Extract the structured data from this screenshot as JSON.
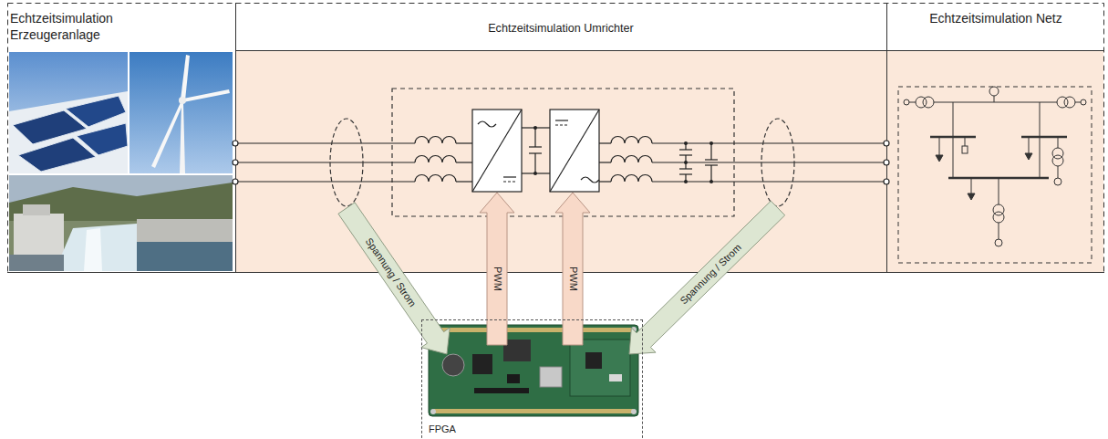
{
  "diagram": {
    "nodes": [
      {
        "text": [
          "Echtzeitsimulation Erzeugeranlage"
        ]
      },
      {
        "text": [
          "Echtzeitsimulation Umrichter"
        ]
      },
      {
        "text": [
          "Echtzeitsimulation Netz"
        ]
      },
      {
        "text": [
          "FPGA"
        ]
      }
    ],
    "edges": [
      {
        "from": 1,
        "to": 3,
        "arrow": "to",
        "label": "Spannung / Strom"
      },
      {
        "from": 3,
        "to": 1,
        "arrow": "to",
        "label": "PWM"
      },
      {
        "from": 3,
        "to": 1,
        "arrow": "to",
        "label": "PWM"
      },
      {
        "from": 1,
        "to": 3,
        "arrow": "to",
        "label": "Spannung / Strom"
      }
    ]
  }
}
